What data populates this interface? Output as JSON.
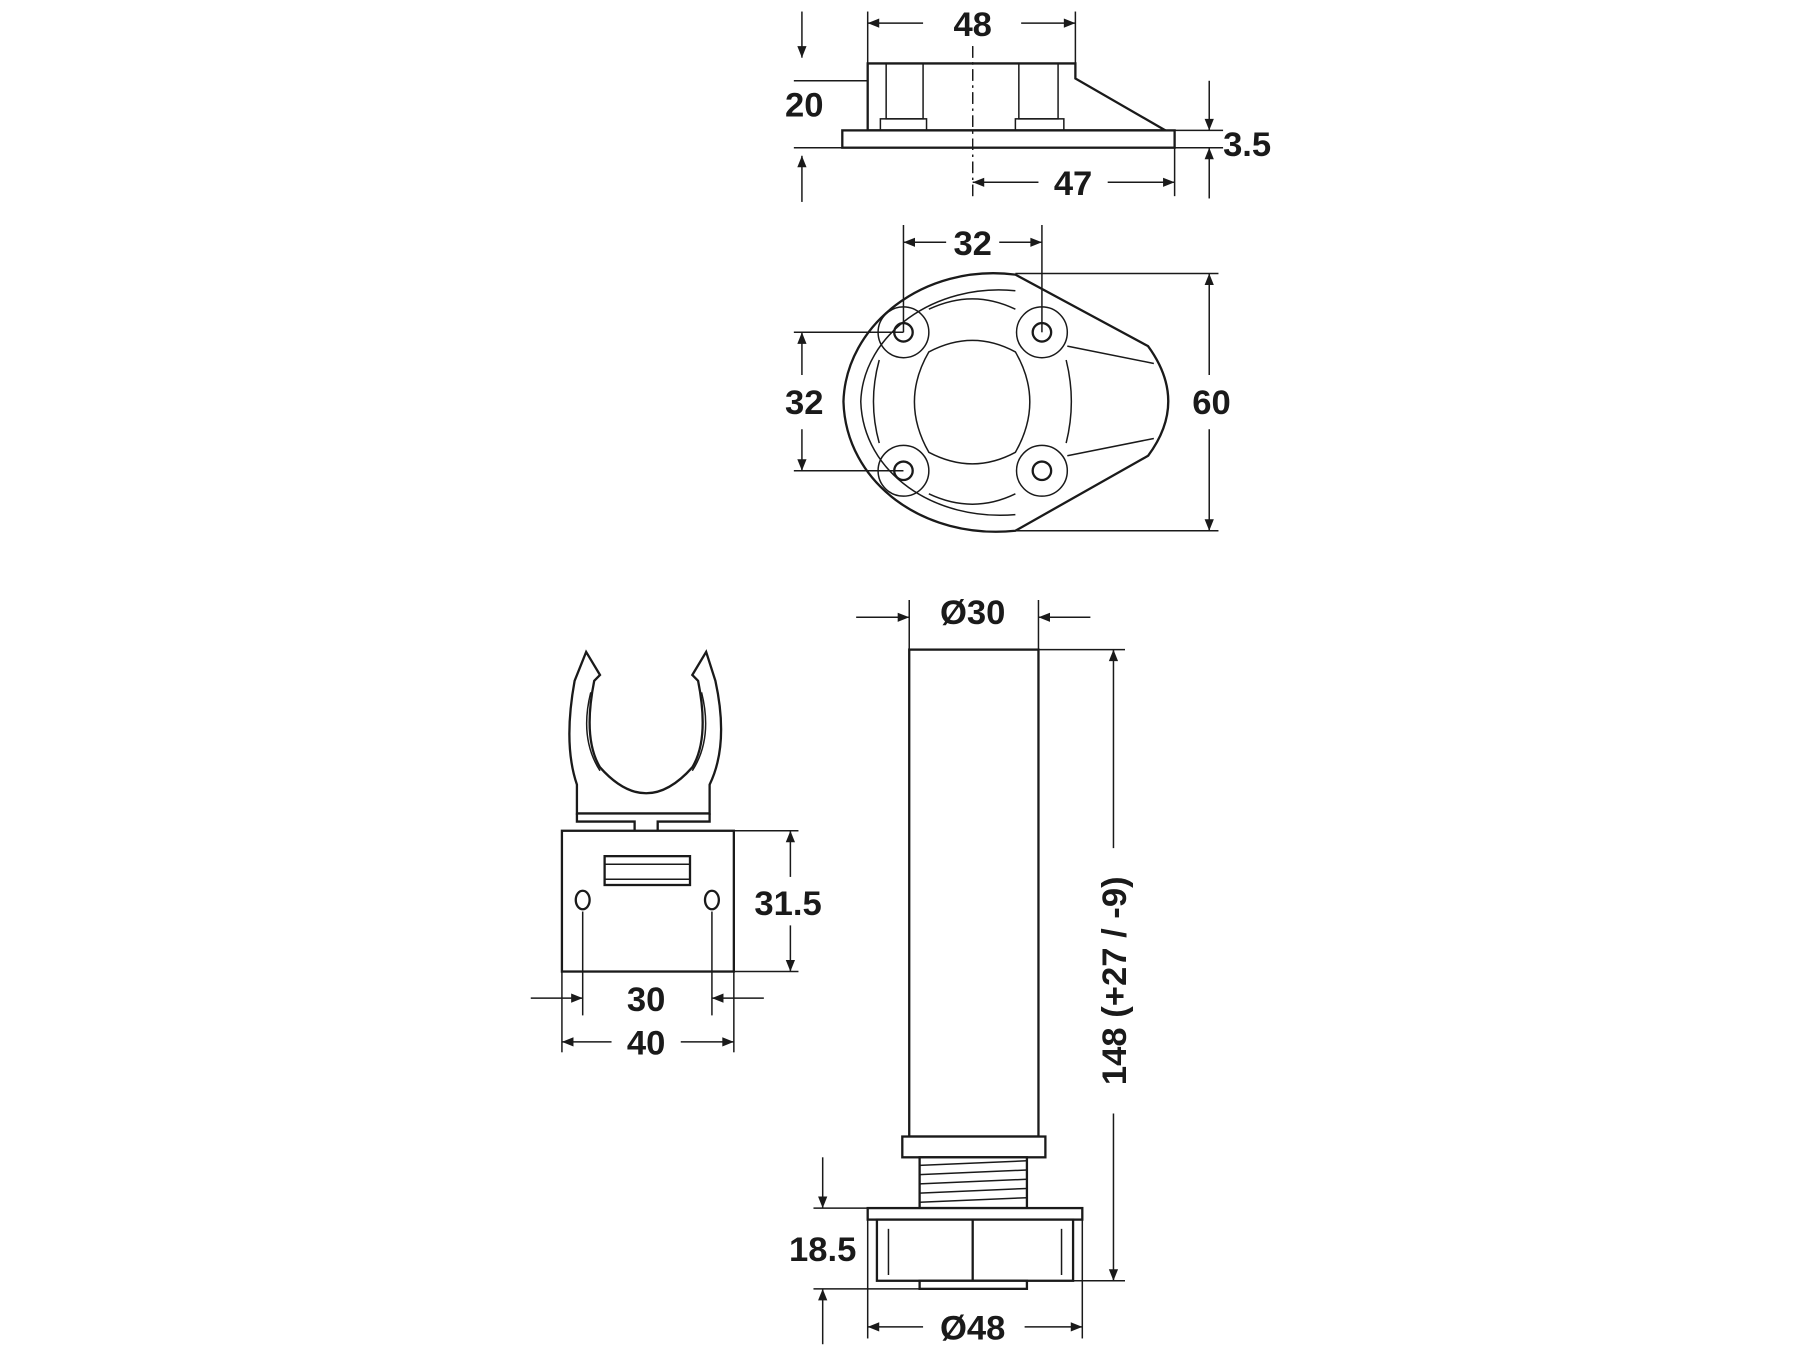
{
  "title": "Adjustable leg with mounting plate and clip - dimension drawing",
  "side_view": {
    "width_top": "48",
    "height": "20",
    "plate_thickness": "3.5",
    "offset_length": "47"
  },
  "plan_view": {
    "hole_spacing_x": "32",
    "hole_spacing_y": "32",
    "depth": "60"
  },
  "clip_view": {
    "height": "31.5",
    "hole_spacing": "30",
    "width": "40"
  },
  "leg_view": {
    "tube_diameter": "Ø30",
    "length": "148 (+27 / -9)",
    "foot_height": "18.5",
    "foot_diameter": "Ø48"
  },
  "colors": {
    "line": "#1a1a1a",
    "background": "#ffffff"
  }
}
